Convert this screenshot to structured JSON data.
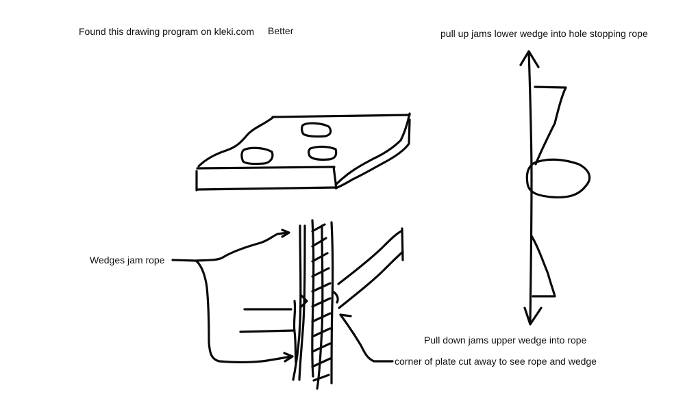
{
  "labels": {
    "found": "Found this drawing program on kleki.com",
    "better": "Better",
    "pull_up": "pull up jams lower wedge into hole stopping rope",
    "wedges": "Wedges jam rope",
    "pull_down": "Pull down jams upper wedge into rope",
    "corner": "corner of plate cut away to see rope and wedge"
  },
  "colors": {
    "ink": "#0a0a0a",
    "background": "#ffffff"
  }
}
